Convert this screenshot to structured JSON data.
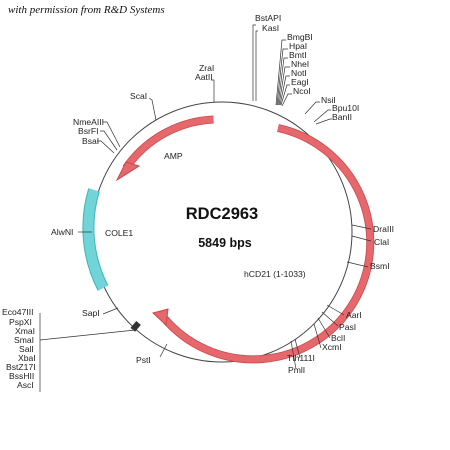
{
  "credit": "with permission from R&D Systems",
  "plasmid": {
    "name": "RDC2963",
    "size": "5849 bps"
  },
  "features": {
    "amp": "AMP",
    "cole1": "COLE1",
    "hcd21": "hCD21 (1-1033)"
  },
  "colors": {
    "backbone": "#444444",
    "insert": "#e6686c",
    "origin": "#70d4d8",
    "marker": "#333333"
  },
  "sites": {
    "top_center": [
      "BstAPI",
      "KasI"
    ],
    "top_mid": [
      "ZraI",
      "AatII"
    ],
    "top_right": [
      "BmgBI",
      "HpaI",
      "BmtI",
      "NheI",
      "NotI",
      "EagI",
      "NcoI"
    ],
    "nsil": [
      "NsiI"
    ],
    "bpu": [
      "Bpu10I",
      "BanII"
    ],
    "scai": [
      "ScaI"
    ],
    "nme": [
      "NmeAIII",
      "BsrFI",
      "BsaI"
    ],
    "alwni": [
      "AlwNI"
    ],
    "right_a": [
      "DraIII",
      "ClaI"
    ],
    "right_b": [
      "BsmI"
    ],
    "lower_right": [
      "AarI",
      "PasI",
      "BclI",
      "XcmI"
    ],
    "tth": [
      "Tth111I",
      "PmlI"
    ],
    "sapi": [
      "SapI"
    ],
    "psti": [
      "PstI"
    ],
    "left_bottom": [
      "Eco47III",
      "PspXI",
      "XmaI",
      "SmaI",
      "SalI",
      "XbaI",
      "BstZ17I",
      "BssHII",
      "AscI"
    ]
  }
}
